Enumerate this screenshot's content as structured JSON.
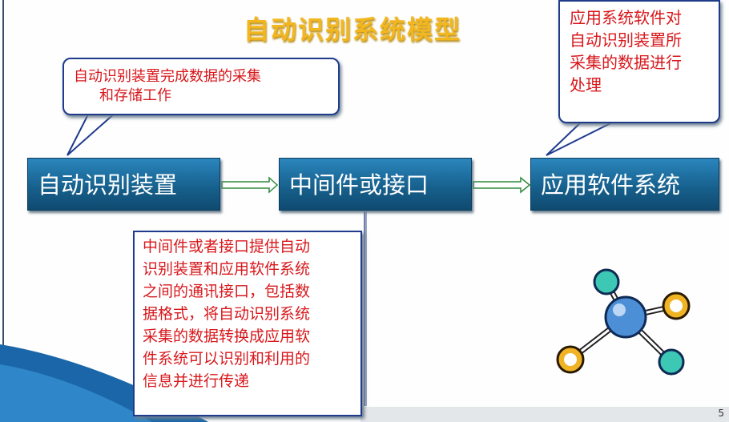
{
  "slide": {
    "title": "自动识别系统模型",
    "page_number": "5"
  },
  "boxes": [
    {
      "label": "自动识别装置"
    },
    {
      "label": "中间件或接口"
    },
    {
      "label": "应用软件系统"
    }
  ],
  "callouts": {
    "device": {
      "line1": "自动识别装置完成数据的采集",
      "line2": "和存储工作"
    },
    "software": {
      "line1": "应用系统软件对",
      "line2": "自动识别装置所",
      "line3": "采集的数据进行",
      "line4": "处理"
    }
  },
  "note": {
    "lines": [
      "中间件或者接口提供自动",
      "识别装置和应用软件系统",
      "之间的通讯接口，包括数",
      "据格式，将自动识别系统",
      "采集的数据转换成应用软",
      "件系统可以识别和利用的",
      "信息并进行传递"
    ]
  },
  "colors": {
    "title": "#f2b61f",
    "box_fill": "#17618e",
    "callout_text": "#d8171b",
    "callout_border": "#1f3b8c"
  },
  "icons": [
    "molecule-icon"
  ]
}
